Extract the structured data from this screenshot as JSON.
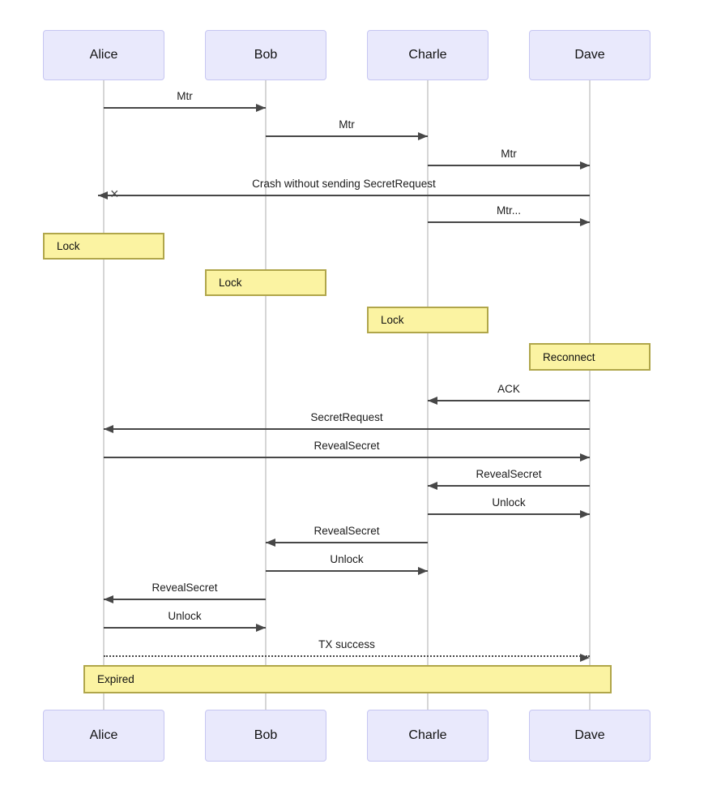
{
  "diagram": {
    "type": "sequence-diagram",
    "actors": [
      {
        "name": "Alice"
      },
      {
        "name": "Bob"
      },
      {
        "name": "Charle"
      },
      {
        "name": "Dave"
      }
    ],
    "messages": [
      {
        "from": "Alice",
        "to": "Bob",
        "label": "Mtr",
        "line": "solid",
        "marker": "arrow"
      },
      {
        "from": "Bob",
        "to": "Charle",
        "label": "Mtr",
        "line": "solid",
        "marker": "arrow"
      },
      {
        "from": "Charle",
        "to": "Dave",
        "label": "Mtr",
        "line": "solid",
        "marker": "arrow"
      },
      {
        "from": "Dave",
        "to": "Alice",
        "label": "Crash without sending SecretRequest",
        "line": "solid",
        "marker": "arrow-cross"
      },
      {
        "from": "Charle",
        "to": "Dave",
        "label": "Mtr...",
        "line": "solid",
        "marker": "arrow"
      },
      {
        "from": "Dave",
        "to": "Charle",
        "label": "ACK",
        "line": "solid",
        "marker": "arrow"
      },
      {
        "from": "Dave",
        "to": "Alice",
        "label": "SecretRequest",
        "line": "solid",
        "marker": "arrow"
      },
      {
        "from": "Alice",
        "to": "Dave",
        "label": "RevealSecret",
        "line": "solid",
        "marker": "arrow"
      },
      {
        "from": "Dave",
        "to": "Charle",
        "label": "RevealSecret",
        "line": "solid",
        "marker": "arrow"
      },
      {
        "from": "Charle",
        "to": "Dave",
        "label": "Unlock",
        "line": "solid",
        "marker": "arrow"
      },
      {
        "from": "Charle",
        "to": "Bob",
        "label": "RevealSecret",
        "line": "solid",
        "marker": "arrow"
      },
      {
        "from": "Bob",
        "to": "Charle",
        "label": "Unlock",
        "line": "solid",
        "marker": "arrow"
      },
      {
        "from": "Bob",
        "to": "Alice",
        "label": "RevealSecret",
        "line": "solid",
        "marker": "arrow"
      },
      {
        "from": "Alice",
        "to": "Bob",
        "label": "Unlock",
        "line": "solid",
        "marker": "arrow"
      },
      {
        "from": "Alice",
        "to": "Dave",
        "label": "TX success",
        "line": "dotted",
        "marker": "arrow"
      }
    ],
    "notes": [
      {
        "over": "Alice",
        "label": "Lock"
      },
      {
        "over": "Bob",
        "label": "Lock"
      },
      {
        "over": "Charle",
        "label": "Lock"
      },
      {
        "over": "Dave",
        "label": "Reconnect"
      },
      {
        "over": "Alice,Dave",
        "label": "Expired"
      }
    ],
    "icons": {
      "lost_message": "×"
    },
    "colors": {
      "actor_fill": "#e9e9fc",
      "actor_border": "#c6c6f2",
      "note_fill": "#fbf3a2",
      "note_border": "#b0a64a",
      "lifeline": "#d6d6d6",
      "arrow": "#474747"
    }
  }
}
